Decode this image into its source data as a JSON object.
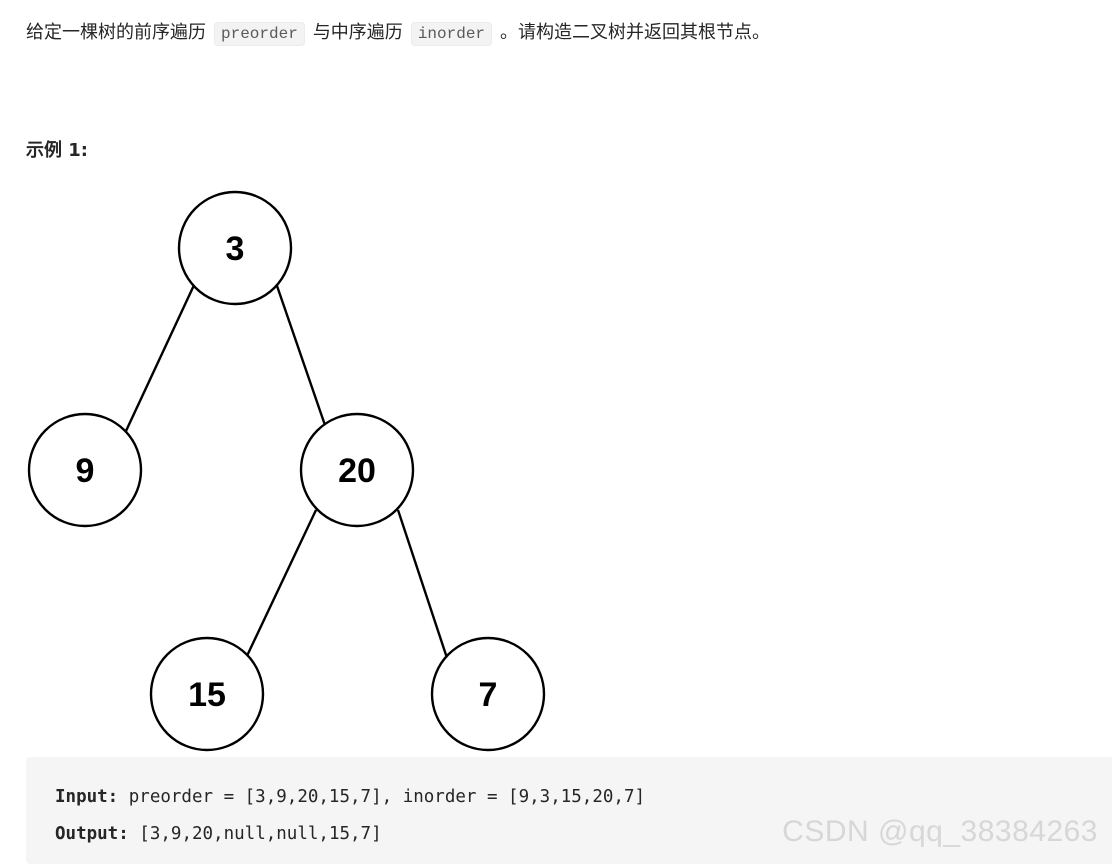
{
  "problem": {
    "text_part1": "给定一棵树的前序遍历",
    "code_preorder": "preorder",
    "text_part2": "与中序遍历",
    "code_inorder": "inorder",
    "text_part3": "。请构造二叉树并返回其根节点。"
  },
  "example": {
    "heading": "示例 1:",
    "tree_nodes": [
      "3",
      "9",
      "20",
      "15",
      "7"
    ],
    "input_label": "Input:",
    "input_value": " preorder = [3,9,20,15,7], inorder = [9,3,15,20,7]",
    "output_label": "Output:",
    "output_value": " [3,9,20,null,null,15,7]"
  },
  "watermark": "CSDN @qq_38384263"
}
